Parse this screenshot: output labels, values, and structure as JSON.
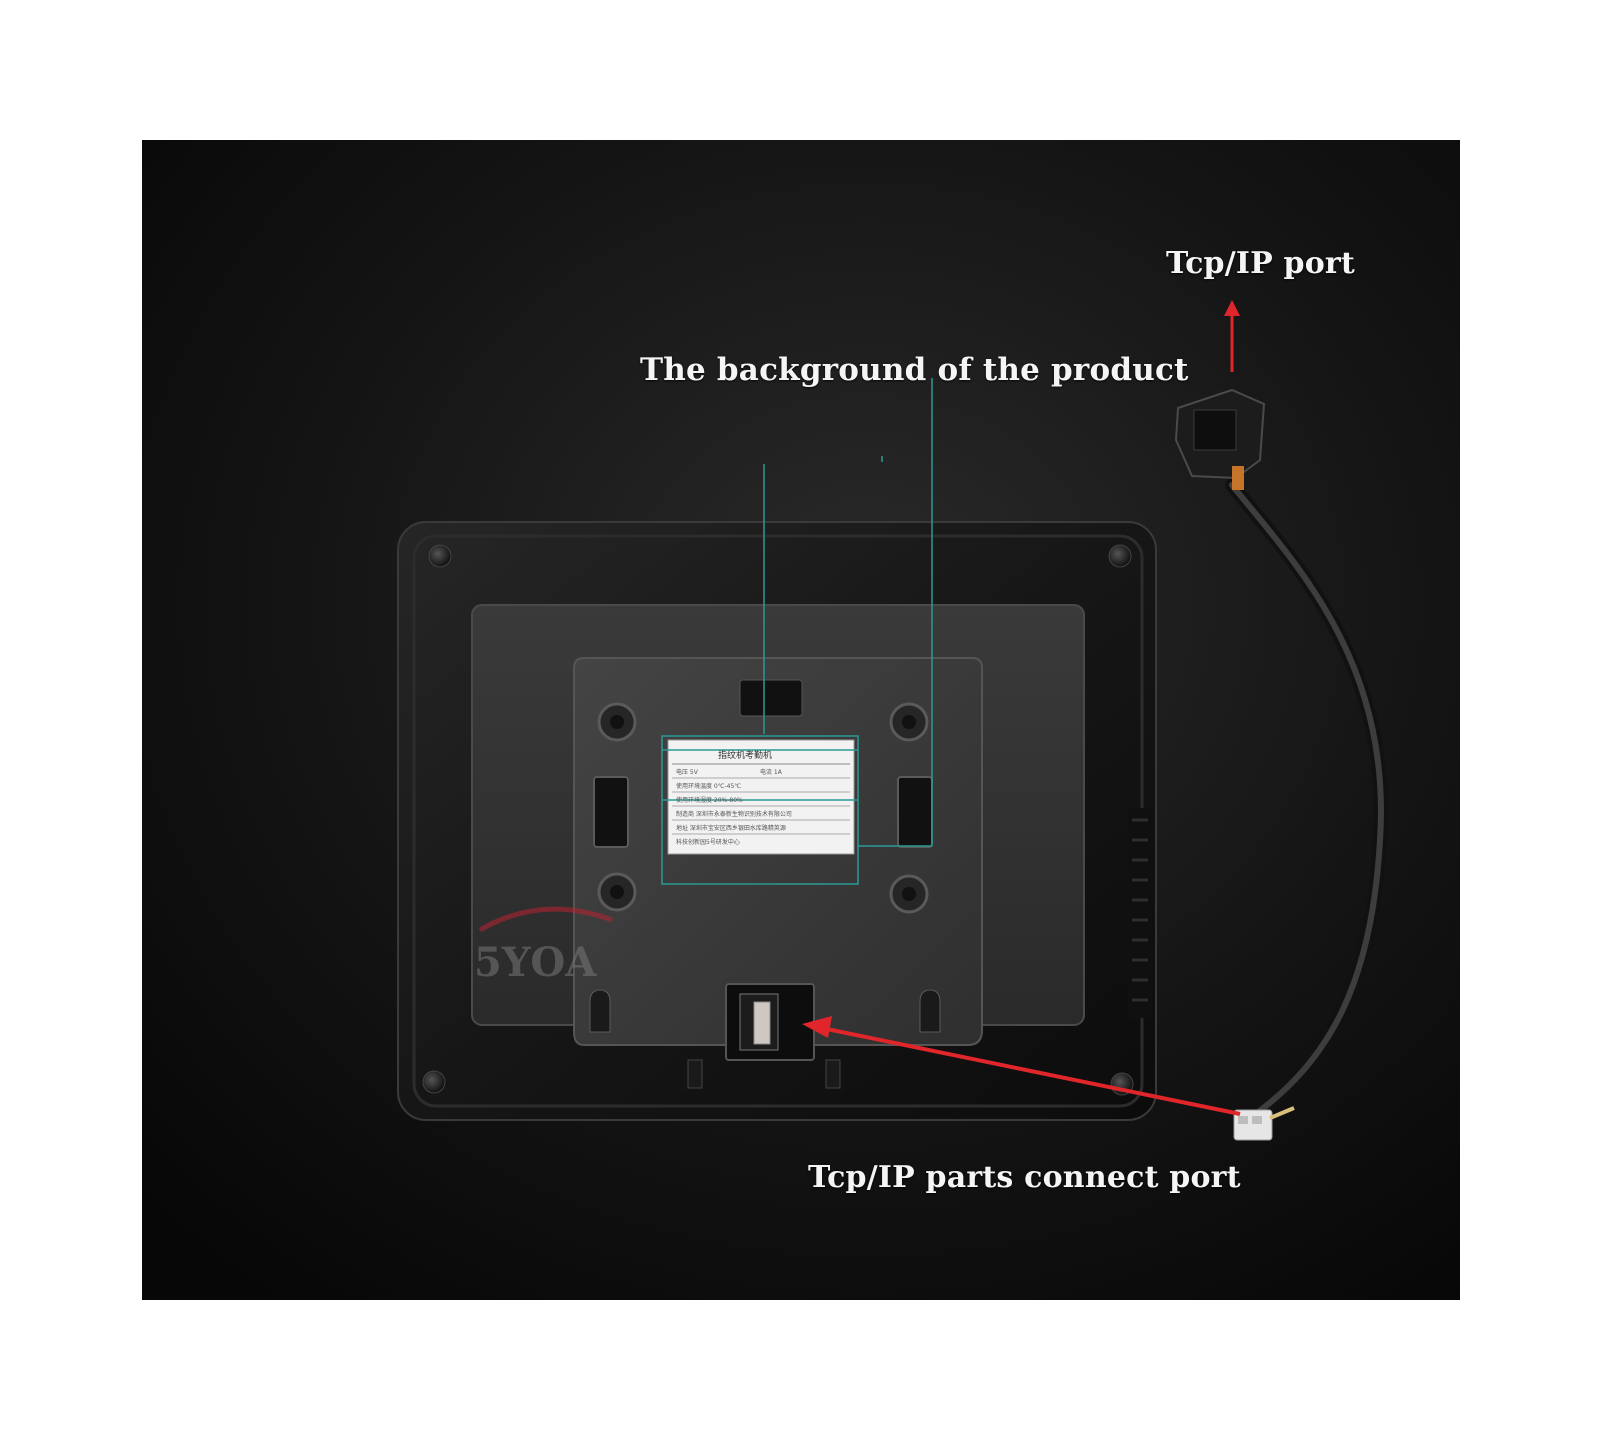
{
  "callouts": {
    "background": "The background of the product",
    "tcp_port": "Tcp/IP port",
    "connect_port": "Tcp/IP parts connect port"
  },
  "watermark": "5YOA",
  "device_label": {
    "title": "指纹机考勤机",
    "rows": [
      "电压 5V",
      "电流 1A",
      "使用环境温度 0℃-45℃",
      "使用环境湿度 20%-80%",
      "制造商 深圳市永泰新生物识别技术有限公司",
      "地址 深圳市宝安区西乡银田水库路精英源",
      "科技创新园5号研发中心"
    ]
  },
  "colors": {
    "photo_bg": "#0d0d0d",
    "annotation_line": "#2a9a95",
    "arrow": "#e0262a",
    "callout_text": "#f5f5f5"
  }
}
